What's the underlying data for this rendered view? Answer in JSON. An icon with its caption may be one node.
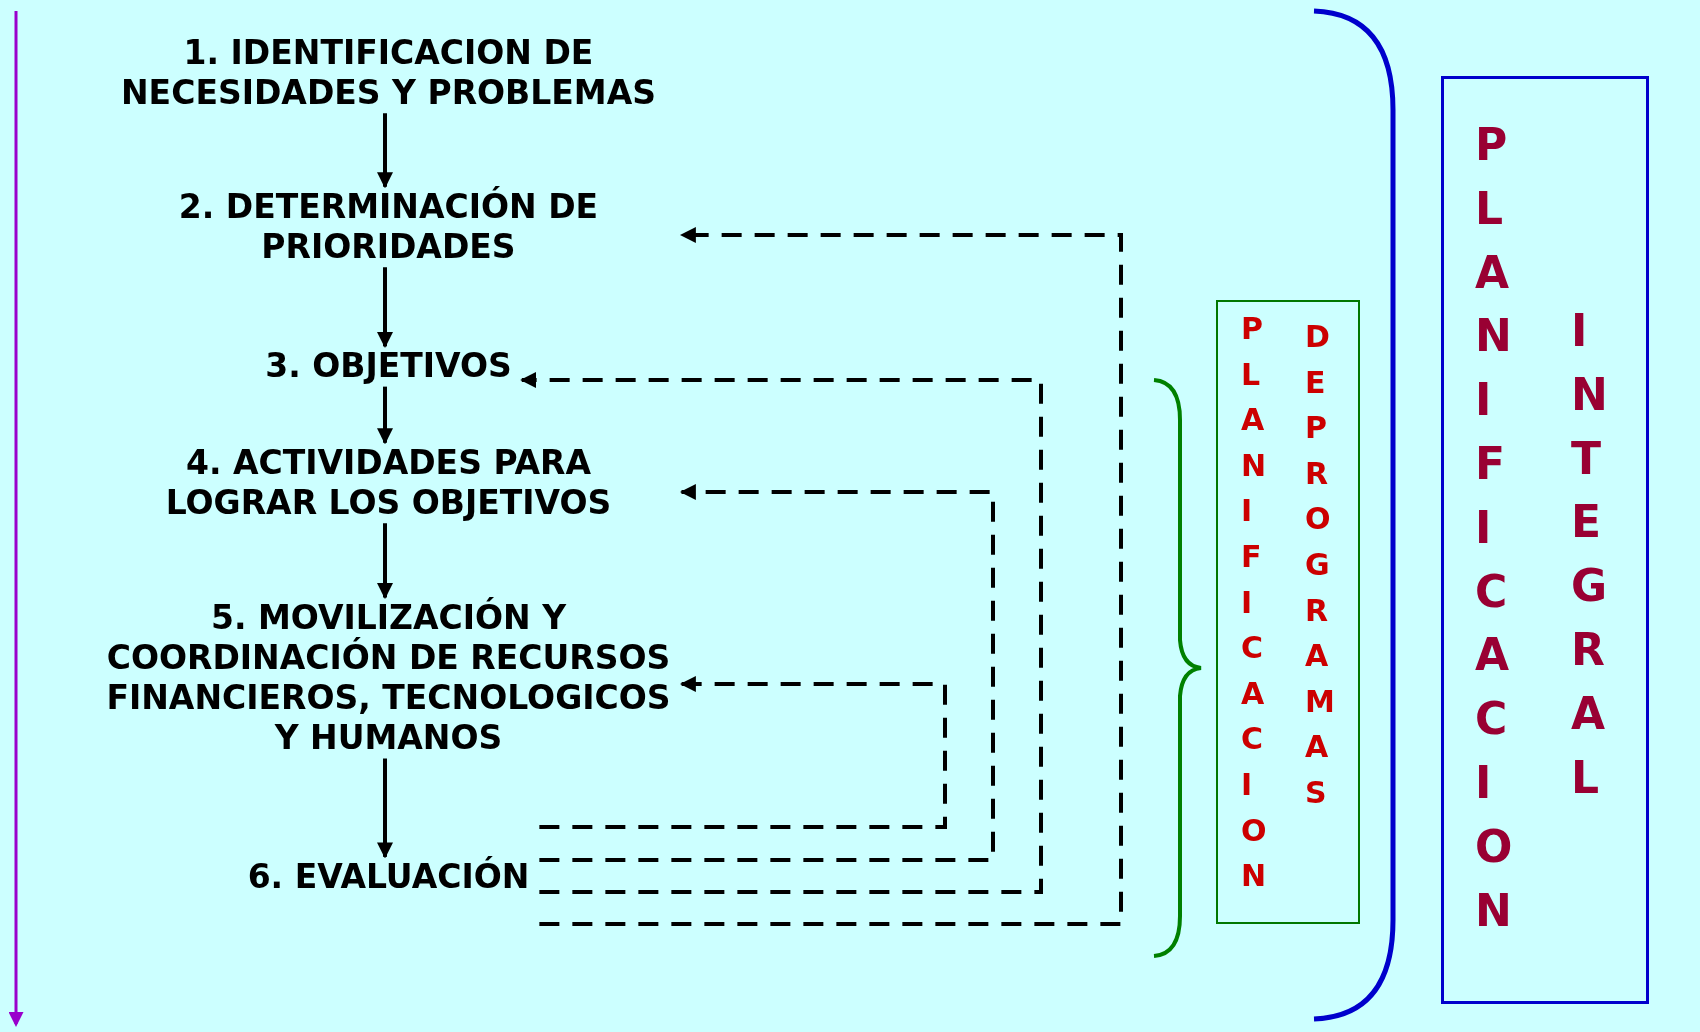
{
  "diagram": {
    "nodes": [
      {
        "text": [
          "1. IDENTIFICACION DE NECESIDADES Y PROBLEMAS"
        ]
      },
      {
        "text": [
          "2. DETERMINACIÓN DE PRIORIDADES"
        ]
      },
      {
        "text": [
          "3. OBJETIVOS"
        ]
      },
      {
        "text": [
          "4. ACTIVIDADES PARA LOGRAR LOS OBJETIVOS"
        ]
      },
      {
        "text": [
          "5. MOVILIZACIÓN Y COORDINACIÓN DE RECURSOS FINANCIEROS, TECNOLOGICOS Y HUMANOS"
        ]
      },
      {
        "text": [
          "6. EVALUACIÓN"
        ]
      },
      {
        "text": [
          "PLANIFICACION",
          "DE PROGRAMAS"
        ]
      },
      {
        "text": [
          "PLANIFICACION",
          "INTEGRAL"
        ]
      }
    ],
    "edges": [
      {
        "from": 0,
        "to": 1,
        "arrow": "to"
      },
      {
        "from": 1,
        "to": 2,
        "arrow": "to"
      },
      {
        "from": 2,
        "to": 3,
        "arrow": "to"
      },
      {
        "from": 3,
        "to": 4,
        "arrow": "to"
      },
      {
        "from": 4,
        "to": 5,
        "arrow": "to"
      },
      {
        "from": 5,
        "to": 1,
        "arrow": "to",
        "style": "dashed"
      },
      {
        "from": 5,
        "to": 2,
        "arrow": "to",
        "style": "dashed"
      },
      {
        "from": 5,
        "to": 3,
        "arrow": "to",
        "style": "dashed"
      },
      {
        "from": 5,
        "to": 4,
        "arrow": "to",
        "style": "dashed"
      }
    ]
  }
}
